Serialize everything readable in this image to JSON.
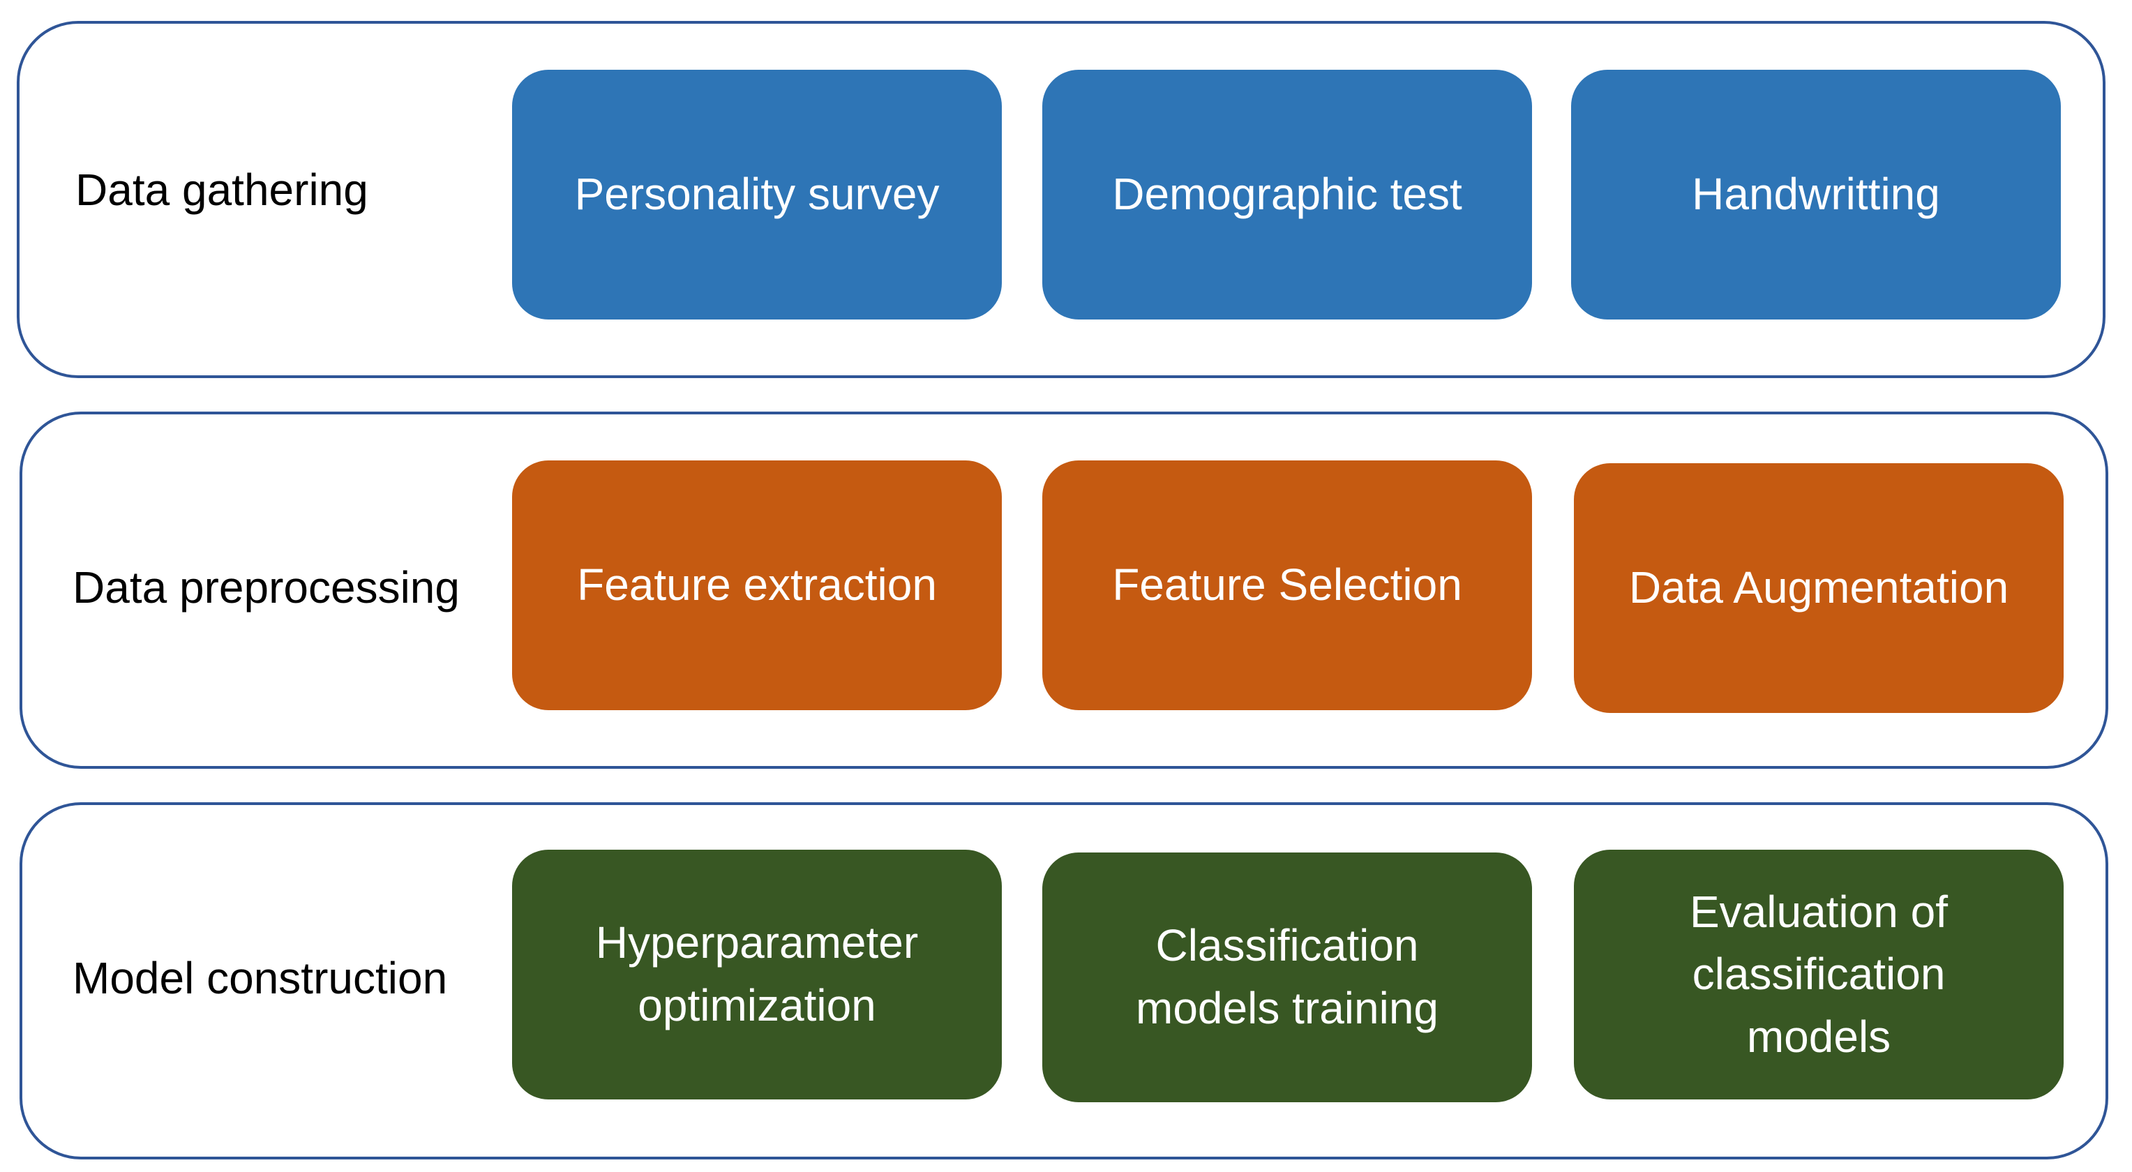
{
  "colors": {
    "stage_border": "#2f5597",
    "gathering_box": "#2e75b6",
    "preprocessing_box": "#c55a11",
    "construction_box": "#385723",
    "box_text": "#ffffff"
  },
  "stages": [
    {
      "label": "Data gathering",
      "items": [
        "Personality survey",
        "Demographic test",
        "Handwritting"
      ]
    },
    {
      "label": "Data preprocessing",
      "items": [
        "Feature extraction",
        "Feature Selection",
        "Data Augmentation"
      ]
    },
    {
      "label": "Model construction",
      "items": [
        "Hyperparameter\noptimization",
        "Classification\nmodels training",
        "Evaluation of\nclassification\nmodels"
      ]
    }
  ]
}
